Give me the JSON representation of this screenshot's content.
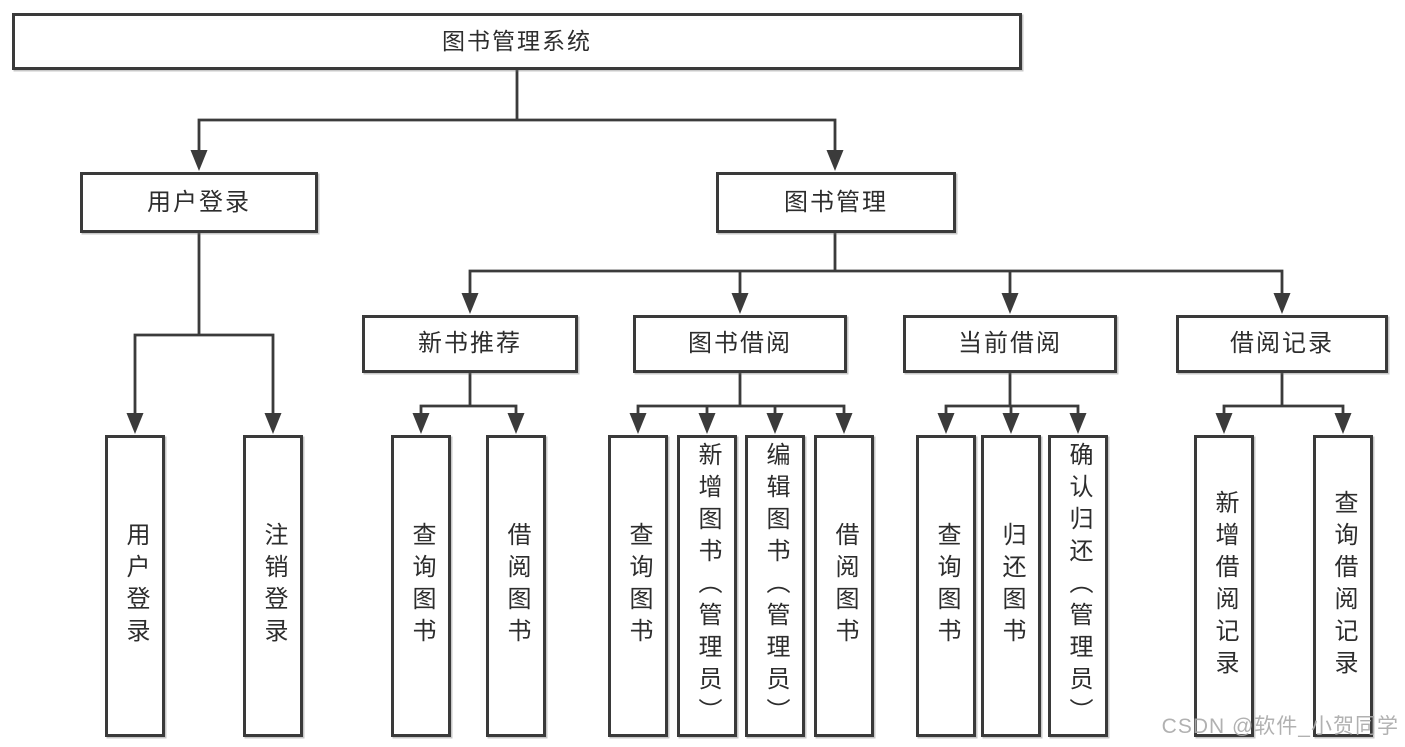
{
  "diagram": {
    "type": "hierarchy-tree",
    "colors": {
      "line": "#3b3b3b",
      "box_border": "#3a3a3a",
      "box_fill": "#ffffff",
      "text": "#2d2d2d",
      "background": "#ffffff",
      "watermark": "#ababab"
    },
    "nodes": {
      "root": {
        "label": "图书管理系统"
      },
      "user_login": {
        "label": "用户登录"
      },
      "book_mgmt": {
        "label": "图书管理"
      },
      "new_book_rec": {
        "label": "新书推荐"
      },
      "book_borrow": {
        "label": "图书借阅"
      },
      "current_borrow": {
        "label": "当前借阅"
      },
      "borrow_records": {
        "label": "借阅记录"
      },
      "leaf_user_login": {
        "label": "用户登录"
      },
      "leaf_logout": {
        "label": "注销登录"
      },
      "leaf_rec_query_books": {
        "label": "查询图书"
      },
      "leaf_rec_borrow_books": {
        "label": "借阅图书"
      },
      "leaf_bb_query_books": {
        "label": "查询图书"
      },
      "leaf_bb_add_books": {
        "label": "新增图书（管理员）"
      },
      "leaf_bb_edit_books": {
        "label": "编辑图书（管理员）"
      },
      "leaf_bb_borrow_books": {
        "label": "借阅图书"
      },
      "leaf_cur_query_books": {
        "label": "查询图书"
      },
      "leaf_cur_return_books": {
        "label": "归还图书"
      },
      "leaf_cur_confirm_return": {
        "label": "确认归还（管理员）"
      },
      "leaf_add_borrow_record": {
        "label": "新增借阅记录"
      },
      "leaf_query_borrow_record": {
        "label": "查询借阅记录"
      }
    },
    "hierarchy": {
      "图书管理系统": {
        "用户登录": [
          "用户登录",
          "注销登录"
        ],
        "图书管理": {
          "新书推荐": [
            "查询图书",
            "借阅图书"
          ],
          "图书借阅": [
            "查询图书",
            "新增图书（管理员）",
            "编辑图书（管理员）",
            "借阅图书"
          ],
          "当前借阅": [
            "查询图书",
            "归还图书",
            "确认归还（管理员）"
          ],
          "借阅记录": [
            "新增借阅记录",
            "查询借阅记录"
          ]
        }
      }
    },
    "watermark": "CSDN @软件_小贺同学"
  }
}
